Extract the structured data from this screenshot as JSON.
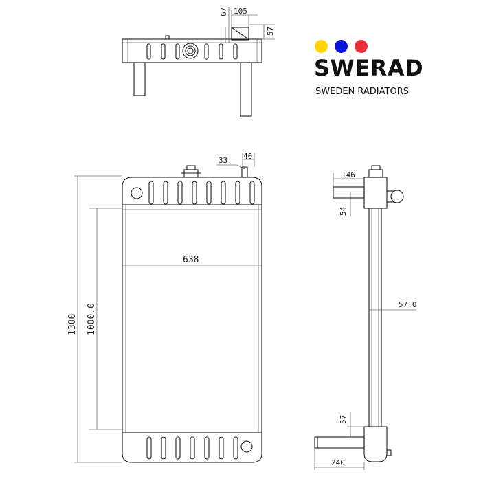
{
  "brand": {
    "name": "SWERAD",
    "tagline": "SWEDEN RADIATORS",
    "colors": [
      "#ffd700",
      "#0a14d8",
      "#e8303a"
    ]
  },
  "dimensions": {
    "top_view_height": "67",
    "top_view_width": "105",
    "top_view_depth": "57",
    "front_cap_offset": "33",
    "front_cap_width": "40",
    "front_total_height": "1300",
    "front_core_height": "1000.0",
    "front_core_width": "638",
    "side_top_offset": "146",
    "side_top_height": "54",
    "side_core_depth": "57.0",
    "side_bottom_height": "57",
    "side_bottom_width": "240"
  }
}
